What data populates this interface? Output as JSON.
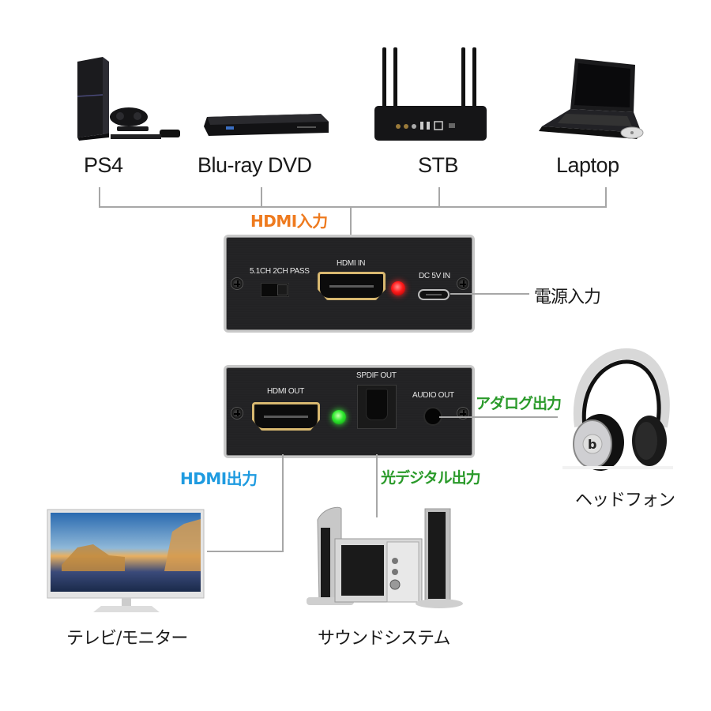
{
  "sources": [
    {
      "name": "PS4",
      "icon": "game-console-icon"
    },
    {
      "name": "Blu-ray DVD",
      "icon": "bluray-player-icon"
    },
    {
      "name": "STB",
      "icon": "set-top-box-icon"
    },
    {
      "name": "Laptop",
      "icon": "laptop-icon"
    }
  ],
  "connections": {
    "hdmi_in": "HDMI入力",
    "power_in": "電源入力",
    "analog_out": "アダログ出力",
    "hdmi_out": "HDMI出力",
    "optical_out": "光デジタル出力"
  },
  "front_panel": {
    "switch_label": "5.1CH 2CH PASS",
    "hdmi_in_label": "HDMI IN",
    "dc_label": "DC 5V IN",
    "led_color": "#ff1a1a"
  },
  "back_panel": {
    "hdmi_out_label": "HDMI OUT",
    "spdif_label": "SPDIF OUT",
    "audio_label": "AUDIO OUT",
    "led_color": "#2ee82e"
  },
  "outputs": [
    {
      "name": "テレビ/モニター",
      "icon": "tv-monitor-icon"
    },
    {
      "name": "サウンドシステム",
      "icon": "speaker-system-icon"
    },
    {
      "name": "ヘッドフォン",
      "icon": "headphones-icon"
    }
  ],
  "colors": {
    "hdmi_in": "#ee7a1e",
    "hdmi_out": "#1f9be0",
    "audio": "#2a9a2a",
    "connector_line": "#a7a7a7"
  }
}
